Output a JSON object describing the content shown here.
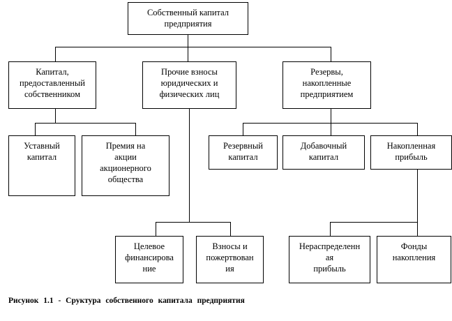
{
  "root": "Собственный капитал\nпредприятия",
  "level2": {
    "owner_capital": "Капитал,\nпредоставленный\nсобственником",
    "other_contributions": "Прочие взносы\nюридических  и\nфизических лиц",
    "reserves": "Резервы,\nнакопленные\nпредприятием"
  },
  "level3": {
    "charter_capital": "Уставный\nкапитал",
    "share_premium": "Премия на\nакции\nакционерного\nобщества",
    "reserve_capital": "Резервный\nкапитал",
    "additional_capital": "Добавочный\nкапитал",
    "accumulated_profit": "Накопленная\nприбыль"
  },
  "level4": {
    "targeted_financing": "Целевое\nфинансирова\nние",
    "donations": "Взносы и\nпожертвован\nия",
    "retained_earnings": "Нераспределенн\nая\nприбыль",
    "accumulation_funds": "Фонды\nнакопления"
  },
  "caption": "Рисунок  1.1 - Сруктура  собственного  капитала  предприятия"
}
